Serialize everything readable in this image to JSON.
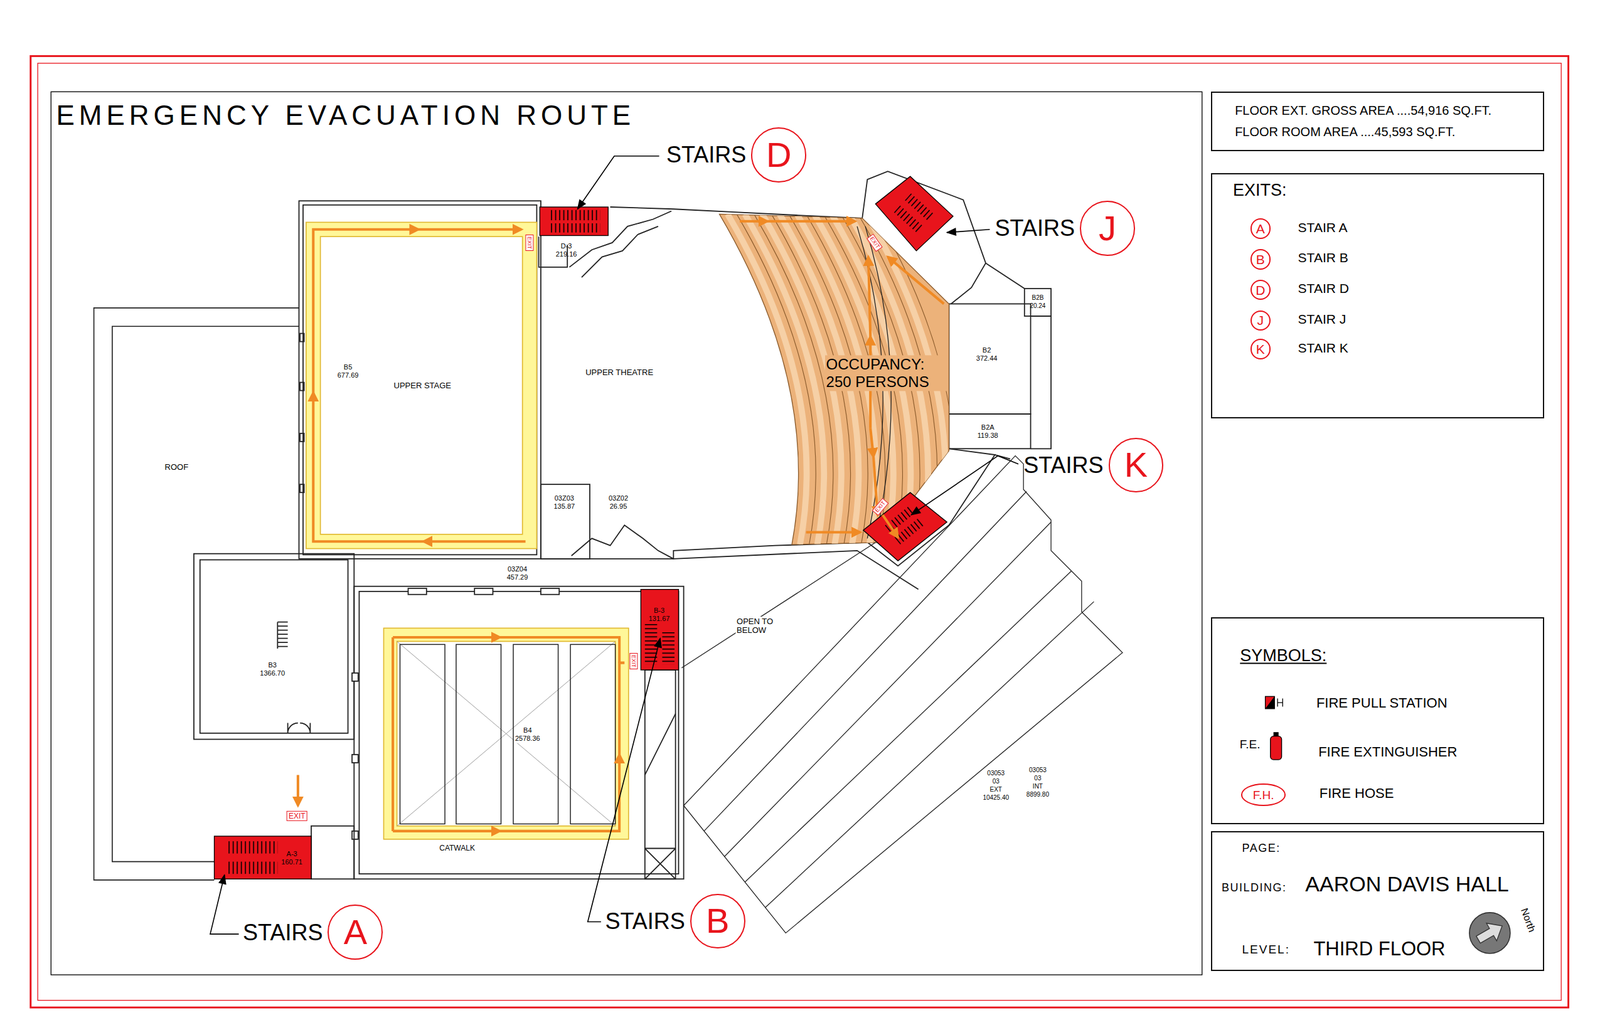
{
  "diagram": {
    "title": "EMERGENCY EVACUATION ROUTE",
    "nodes": [
      {
        "text": [
          "FLOOR EXT. GROSS AREA ....54,916 SQ.FT.",
          "FLOOR ROOM AREA ....45,593 SQ.FT."
        ]
      },
      {
        "text": [
          "EXITS:"
        ]
      },
      {
        "text": [
          "A"
        ],
        "in": 1
      },
      {
        "text": [
          "B"
        ],
        "in": 1
      },
      {
        "text": [
          "D"
        ],
        "in": 1
      },
      {
        "text": [
          "J"
        ],
        "in": 1
      },
      {
        "text": [
          "K"
        ],
        "in": 1
      },
      {
        "text": [
          "SYMBOLS:"
        ]
      },
      {
        "text": [
          "F.H."
        ],
        "in": 7
      },
      {
        "text": [
          "PAGE:",
          "BUILDING:",
          "AARON DAVIS HALL",
          "LEVEL:",
          "THIRD FLOOR"
        ]
      },
      {
        "text": [
          "STAIRS",
          "D"
        ]
      },
      {
        "text": [
          "STAIRS",
          "J"
        ]
      },
      {
        "text": [
          "STAIRS",
          "K"
        ]
      },
      {
        "text": [
          "STAIRS",
          "B"
        ]
      },
      {
        "text": [
          "STAIRS",
          "A"
        ]
      }
    ],
    "labels": [
      "UPPER STAGE",
      "B5",
      "677.69",
      "UPPER THEATRE",
      "ROOF",
      "D-3",
      "219.16",
      "03Z03",
      "135.87",
      "03Z02",
      "26.95",
      "03Z04",
      "457.29",
      "B3",
      "1366.70",
      "B4",
      "2578.36",
      "B-3",
      "131.67",
      "CATWALK",
      "OPEN TO BELOW",
      "OCCUPANCY: 250 PERSONS",
      "B2B",
      "20.24",
      "B2",
      "372.44",
      "B2A",
      "119.38",
      "A-3",
      "160.71",
      "EXIT",
      "EXIT",
      "EXIT",
      "EXIT",
      "EXIT",
      "03053",
      "03",
      "EXT",
      "10425.40",
      "03053",
      "03",
      "INT",
      "8899.80",
      "F.E.",
      "North"
    ],
    "legend": [
      {
        "text": "STAIR A"
      },
      {
        "text": "STAIR B"
      },
      {
        "text": "STAIR D"
      },
      {
        "text": "STAIR J"
      },
      {
        "text": "STAIR K"
      },
      {
        "text": "FIRE PULL STATION"
      },
      {
        "text": "FIRE EXTINGUISHER"
      },
      {
        "text": "FIRE HOSE"
      }
    ]
  }
}
